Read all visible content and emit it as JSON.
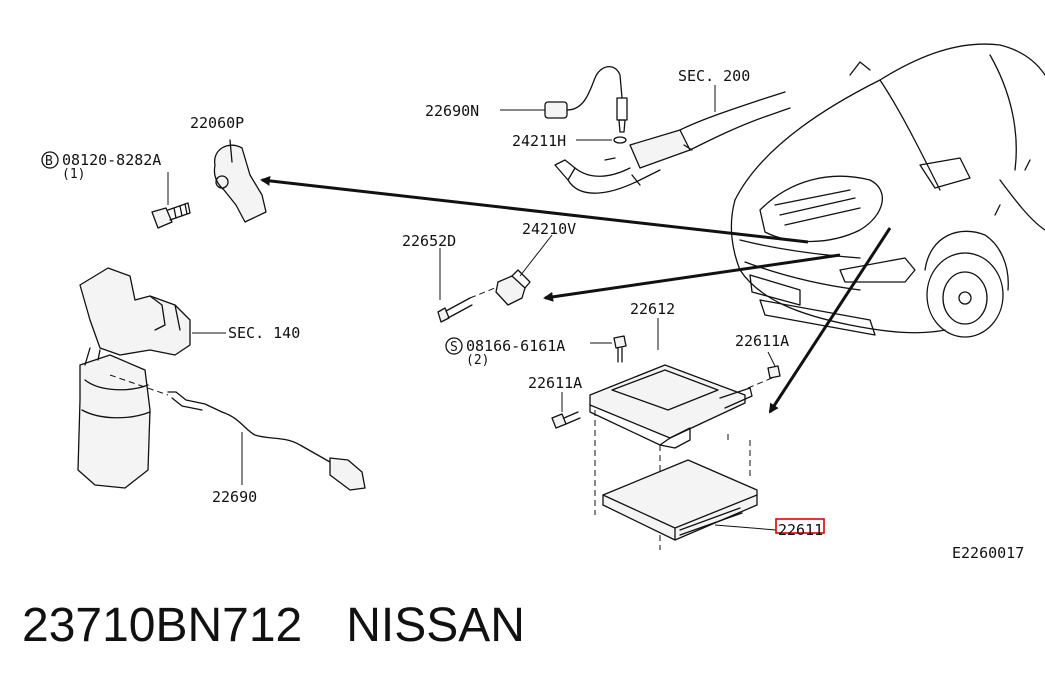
{
  "diagram": {
    "labels": {
      "p22060p": "22060P",
      "bolt_code": "08120-8282A",
      "bolt_qty": "(1)",
      "bolt_mark": "B",
      "p22690n": "22690N",
      "p24211h": "24211H",
      "sec200": "SEC. 200",
      "p22652d": "22652D",
      "p24210v": "24210V",
      "sec140": "SEC. 140",
      "p22612": "22612",
      "screw_code": "08166-6161A",
      "screw_qty": "(2)",
      "screw_mark": "S",
      "p22611a_right": "22611A",
      "p22611a_left": "22611A",
      "p22690": "22690",
      "p22611": "22611",
      "drawing_code": "E2260017"
    }
  },
  "footer": {
    "part_number": "23710BN712",
    "brand": "NISSAN"
  },
  "colors": {
    "ink": "#111111",
    "highlight": "#e00000",
    "background": "#ffffff"
  }
}
